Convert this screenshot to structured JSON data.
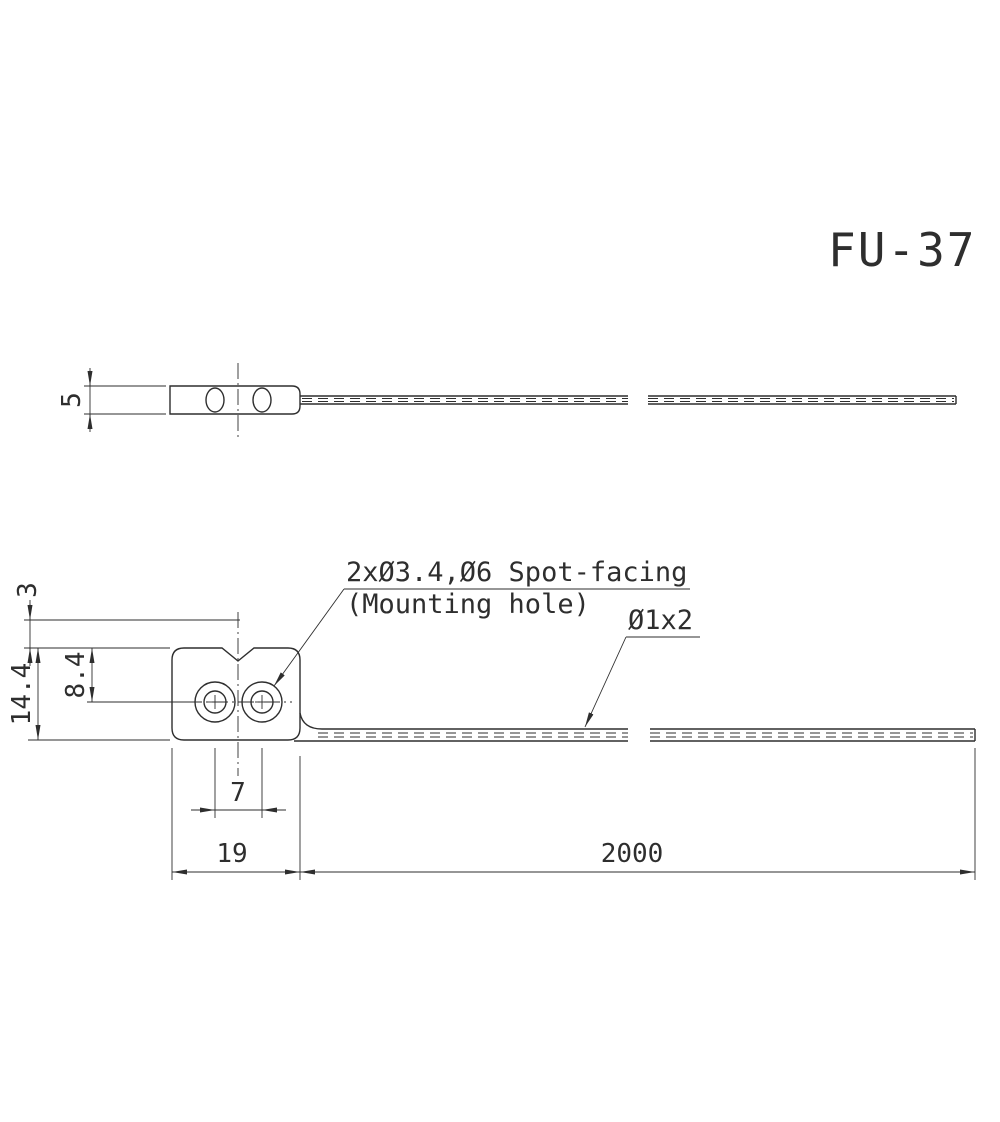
{
  "title": "FU-37",
  "dims": {
    "thickness": "5",
    "notch_offset": "3",
    "head_height": "14.4",
    "hole_offset": "8.4",
    "hole_pitch": "7",
    "head_width": "19",
    "cable_length": "2000"
  },
  "notes": {
    "spot_facing": "2xØ3.4,Ø6 Spot-facing",
    "mounting_hole": "(Mounting hole)",
    "cable_spec": "Ø1x2"
  },
  "colors": {
    "line": "#2e2e2e",
    "background": "#ffffff"
  }
}
